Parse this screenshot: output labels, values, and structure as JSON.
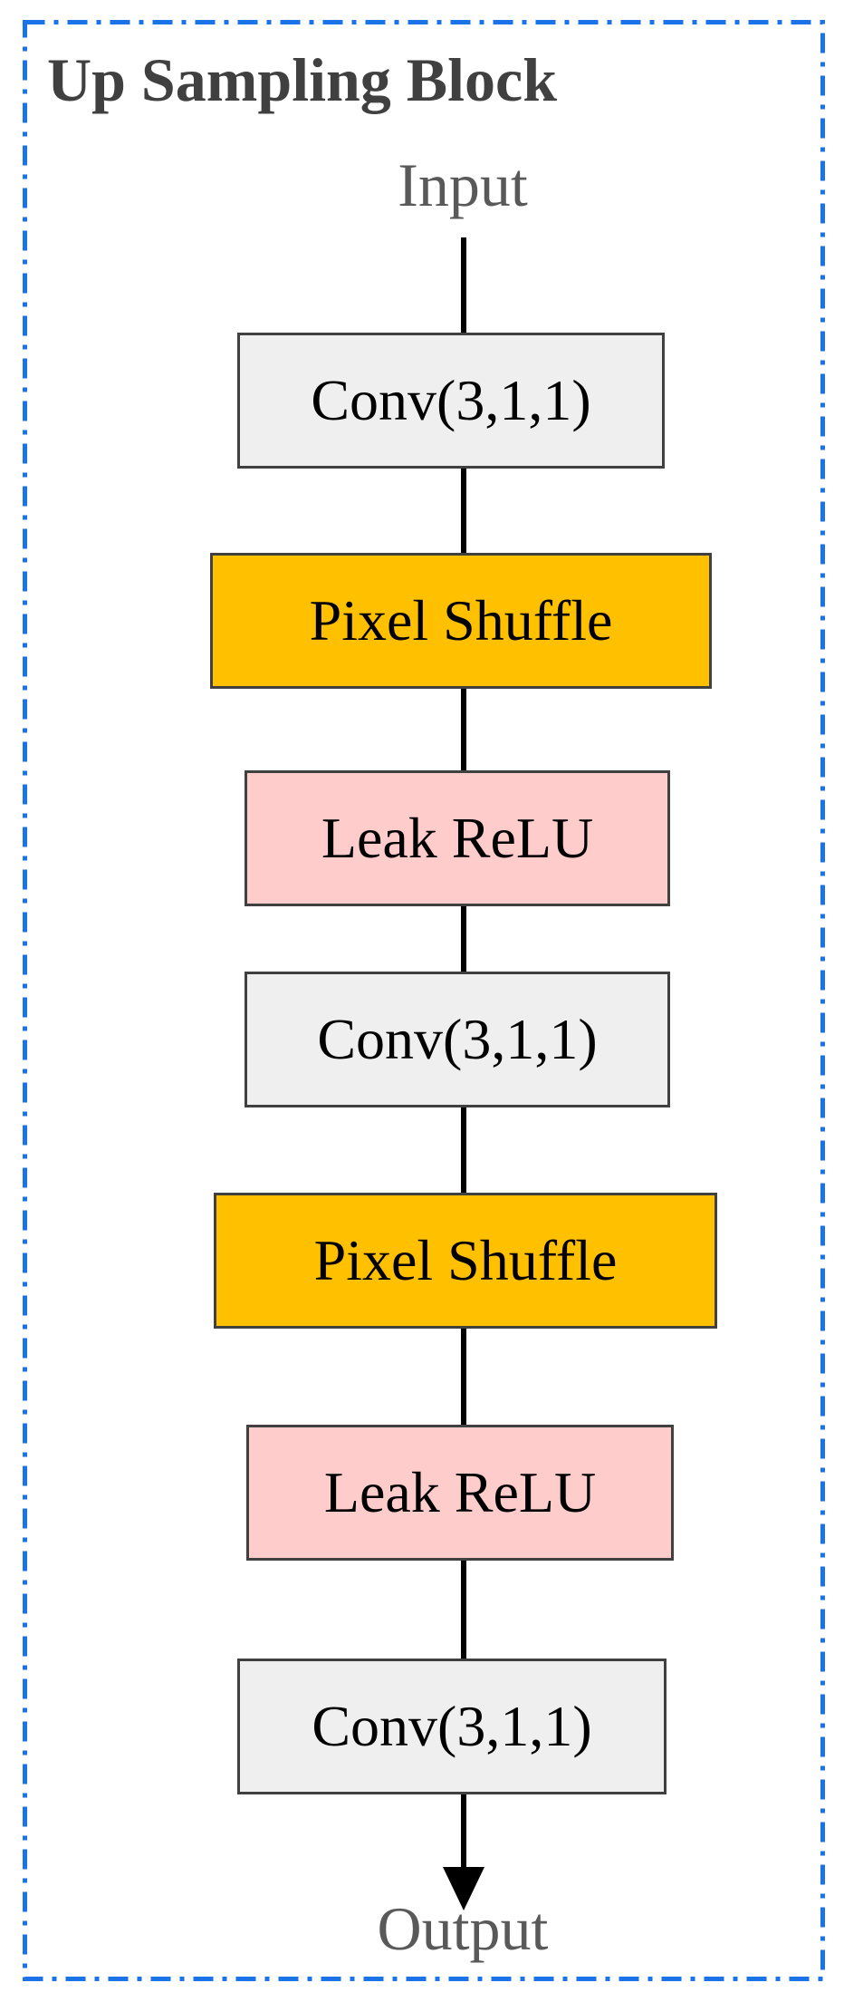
{
  "diagram": {
    "title": "Up Sampling Block",
    "input_label": "Input",
    "output_label": "Output",
    "blocks": [
      {
        "label": "Conv(3,1,1)",
        "kind": "conv"
      },
      {
        "label": "Pixel Shuffle",
        "kind": "shuffle"
      },
      {
        "label": "Leak ReLU",
        "kind": "relu"
      },
      {
        "label": "Conv(3,1,1)",
        "kind": "conv"
      },
      {
        "label": "Pixel Shuffle",
        "kind": "shuffle"
      },
      {
        "label": "Leak ReLU",
        "kind": "relu"
      },
      {
        "label": "Conv(3,1,1)",
        "kind": "conv"
      }
    ],
    "colors": {
      "frame_border": "#1a73e8",
      "conv_fill": "#efefef",
      "shuffle_fill": "#ffc000",
      "relu_fill": "#ffcccc",
      "block_border": "#404040",
      "wire": "#000000"
    }
  }
}
